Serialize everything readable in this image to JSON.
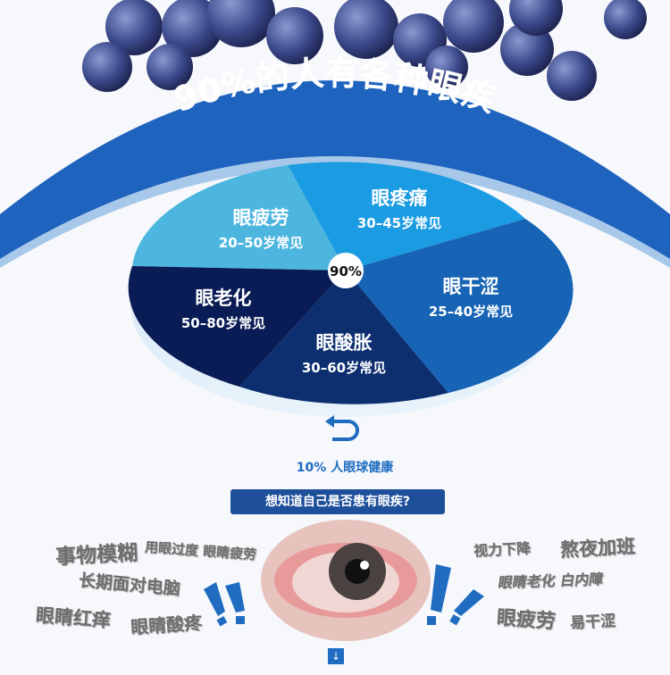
{
  "title": "90%的人有各种眼疾",
  "center_badge": "90%",
  "slices": [
    {
      "name": "眼疲劳",
      "age": "20–50岁常见",
      "color": "#4db6df"
    },
    {
      "name": "眼疼痛",
      "age": "30–45岁常见",
      "color": "#1b9ce2"
    },
    {
      "name": "眼干涩",
      "age": "25–40岁常见",
      "color": "#1763b5"
    },
    {
      "name": "眼酸胀",
      "age": "30–60岁常见",
      "color": "#0d2f70"
    },
    {
      "name": "眼老化",
      "age": "50–80岁常见",
      "color": "#0a1c55"
    }
  ],
  "healthy_note": "10% 人眼球健康",
  "quiz_button": "想知道自己是否患有眼疾?",
  "symptoms_left": [
    "事物模糊",
    "用眼过度 眼睛疲劳",
    "长期面对电脑",
    "眼睛红痒",
    "眼睛酸疼"
  ],
  "symptoms_right": [
    "视力下降",
    "熬夜加班",
    "眼睛老化 白内障",
    "眼疲劳",
    "易干涩"
  ],
  "colors": {
    "accent": "#1f6cc1",
    "band": "#1e63bd",
    "button": "#1d4f9a"
  }
}
